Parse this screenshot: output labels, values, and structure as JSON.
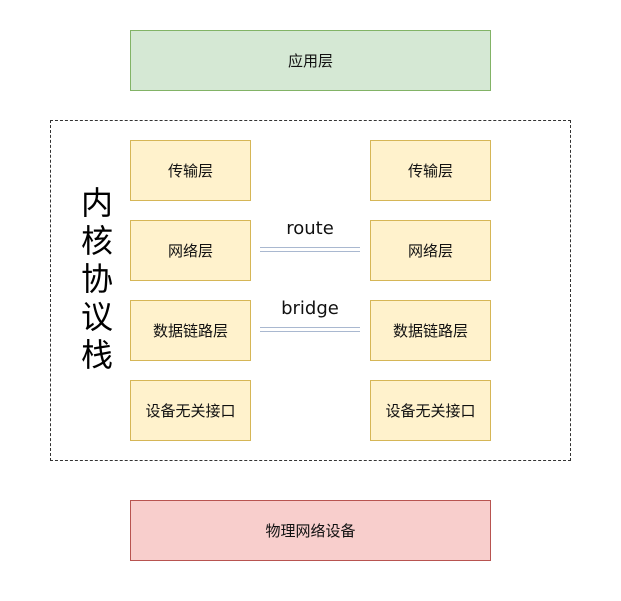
{
  "app_layer": "应用层",
  "physical_layer": "物理网络设备",
  "kernel_stack_title": "内核协议栈",
  "left_stack": {
    "transport": "传输层",
    "network": "网络层",
    "datalink": "数据链路层",
    "device_interface": "设备无关接口"
  },
  "right_stack": {
    "transport": "传输层",
    "network": "网络层",
    "datalink": "数据链路层",
    "device_interface": "设备无关接口"
  },
  "links": {
    "network_link_label": "route",
    "datalink_link_label": "bridge"
  },
  "colors": {
    "app_fill": "#d5e8d4",
    "app_stroke": "#82b366",
    "layer_fill": "#fff2cc",
    "layer_stroke": "#d6b656",
    "physical_fill": "#f8cecc",
    "physical_stroke": "#b85450",
    "link_color": "#a9b8d0"
  }
}
